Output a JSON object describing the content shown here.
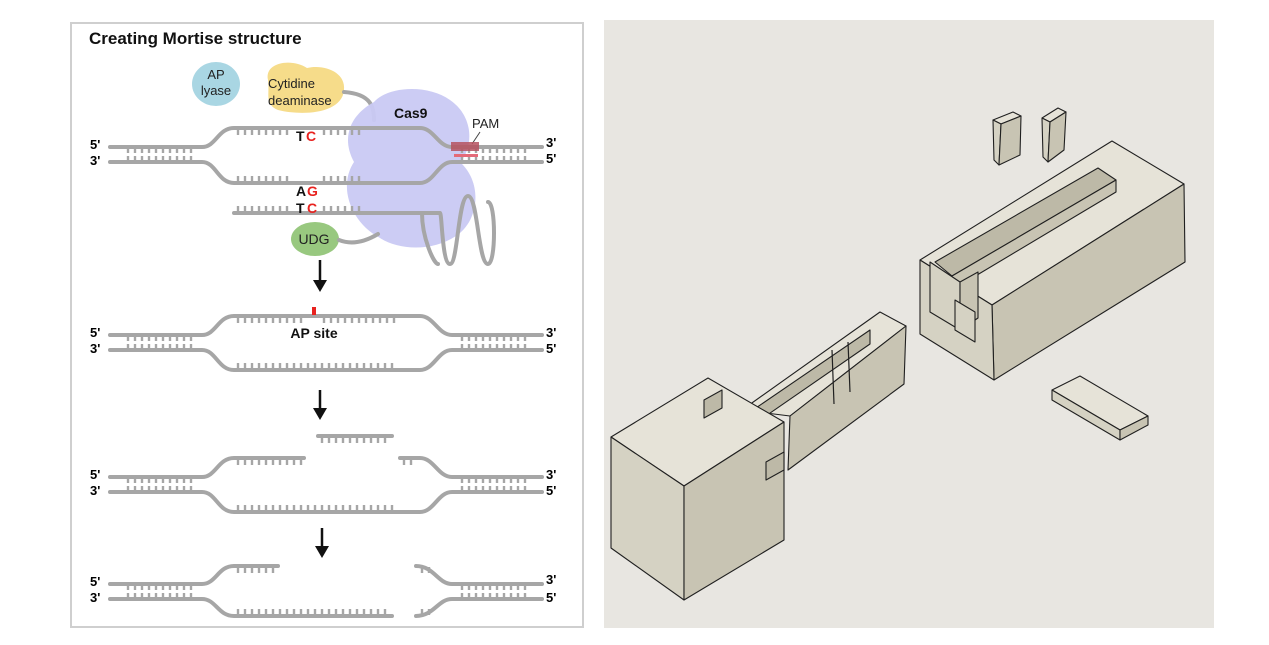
{
  "diagram": {
    "title": "Creating Mortise structure",
    "enzymes": {
      "ap_lyase_line1": "AP",
      "ap_lyase_line2": "lyase",
      "cytidine_line1": "Cytidine",
      "cytidine_line2": "deaminase",
      "cas9": "Cas9",
      "pam": "PAM",
      "udg": "UDG"
    },
    "ends": {
      "five": "5'",
      "three": "3'"
    },
    "bases": {
      "t": "T",
      "c": "C",
      "a": "A",
      "g": "G"
    },
    "ap_site": "AP site",
    "colors": {
      "ap_lyase": "#a9d6e3",
      "cytidine_deaminase": "#f6dc8a",
      "cas9": "#c9c9f3",
      "udg": "#98c87f",
      "pam": "#b5525f",
      "mutation": "#e8221f",
      "strand": "#a6a6a6",
      "wood_panel_bg": "#e8e6e1"
    }
  }
}
